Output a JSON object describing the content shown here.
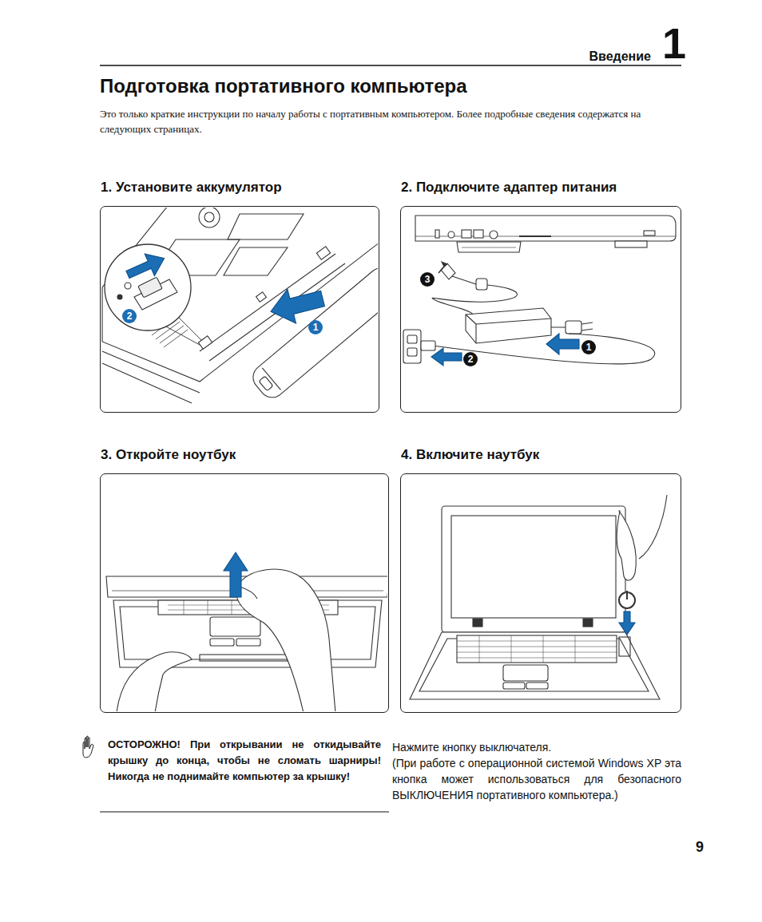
{
  "diagram": {
    "title": "Подготовка портативного компьютера",
    "nodes": [
      {
        "text": [
          "1. Установите аккумулятор"
        ]
      },
      {
        "text": [
          "2. Подключите адаптер питания"
        ]
      },
      {
        "text": [
          "3. Откройте ноутбук"
        ]
      },
      {
        "text": [
          "4. Включите наутбук"
        ]
      }
    ],
    "labels": [
      "Введение",
      "1",
      "Это только краткие инструкции по началу работы с портативным компьютером. Более подробные сведения содержатся на следующих страницах.",
      "1",
      "2",
      "3",
      "1",
      "2",
      "ОСТОРОЖНО! При открывании не откидывайте крышку до конца, чтобы не сломать шарниры! Никогда не поднимайте компьютер за крышку!",
      "Нажмите кнопку выключателя.",
      "(При работе с операционной системой Windows XP эта кнопка может использоваться для безопасного ВЫКЛЮЧЕНИЯ портативного компьютера.)",
      "9"
    ]
  }
}
